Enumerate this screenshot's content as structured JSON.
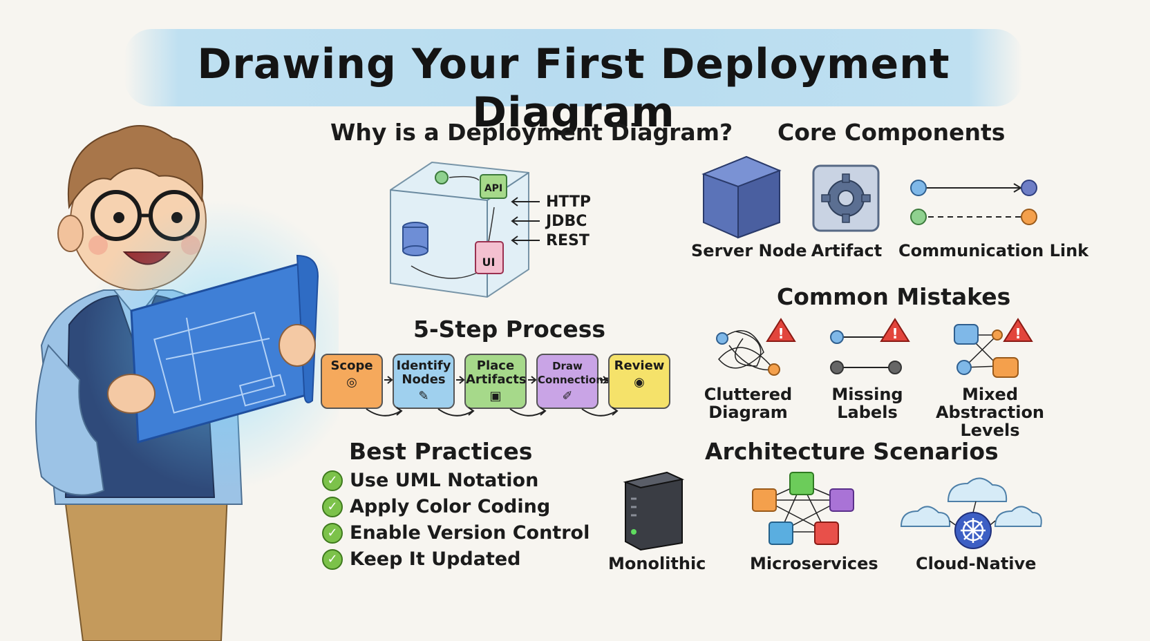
{
  "title": "Drawing Your First Deployment Diagram",
  "why": {
    "heading": "Why is a Deployment Diagram?",
    "protocols": [
      "HTTP",
      "JDBC",
      "REST"
    ],
    "cube_labels": {
      "api": "API",
      "ui": "UI"
    }
  },
  "core": {
    "heading": "Core Components",
    "items": [
      "Server Node",
      "Artifact",
      "Communication Link"
    ]
  },
  "process": {
    "heading": "5-Step Process",
    "steps": [
      {
        "label": "Scope",
        "color": "#f5a95c"
      },
      {
        "label": "Identify Nodes",
        "color": "#9fd0ee"
      },
      {
        "label": "Place Artifacts",
        "color": "#a6d98a"
      },
      {
        "label": "Draw Connections",
        "color": "#c9a4e6"
      },
      {
        "label": "Review",
        "color": "#f5e26a"
      }
    ]
  },
  "mistakes": {
    "heading": "Common Mistakes",
    "items": [
      "Cluttered Diagram",
      "Missing Labels",
      "Mixed Abstraction Levels"
    ]
  },
  "best": {
    "heading": "Best Practices",
    "items": [
      "Use UML Notation",
      "Apply Color Coding",
      "Enable Version Control",
      "Keep It Updated"
    ]
  },
  "arch": {
    "heading": "Architecture Scenarios",
    "items": [
      "Monolithic",
      "Microservices",
      "Cloud-Native"
    ]
  },
  "colors": {
    "title_band": "#bfe0f1",
    "warning": "#e2453c",
    "node_blue": "#5b73b8",
    "check_green": "#7cc24a"
  }
}
